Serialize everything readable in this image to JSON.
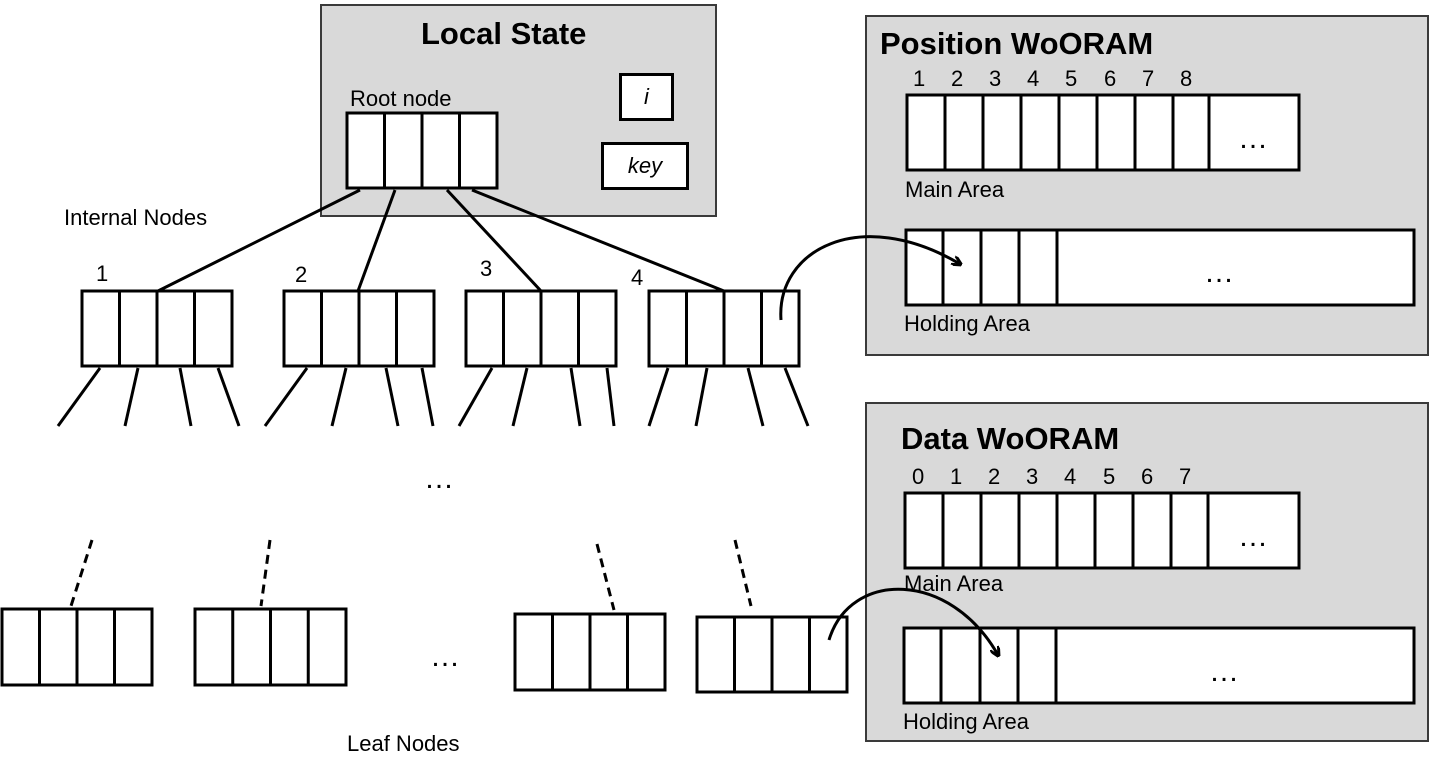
{
  "local_state": {
    "title": "Local State",
    "root_label": "Root node",
    "var_i": "i",
    "var_key": "key"
  },
  "tree": {
    "internal_label": "Internal Nodes",
    "leaf_label": "Leaf Nodes",
    "node_indices": [
      "1",
      "2",
      "3",
      "4"
    ],
    "middle_ellipsis": "…",
    "leaf_ellipsis": "…"
  },
  "position_wooram": {
    "title": "Position WoORAM",
    "indices": [
      "1",
      "2",
      "3",
      "4",
      "5",
      "6",
      "7",
      "8"
    ],
    "main_label": "Main Area",
    "holding_label": "Holding Area",
    "main_ellipsis": "…",
    "holding_ellipsis": "…"
  },
  "data_wooram": {
    "title": "Data WoORAM",
    "indices": [
      "0",
      "1",
      "2",
      "3",
      "4",
      "5",
      "6",
      "7"
    ],
    "main_label": "Main Area",
    "holding_label": "Holding Area",
    "main_ellipsis": "…",
    "holding_ellipsis": "…"
  }
}
